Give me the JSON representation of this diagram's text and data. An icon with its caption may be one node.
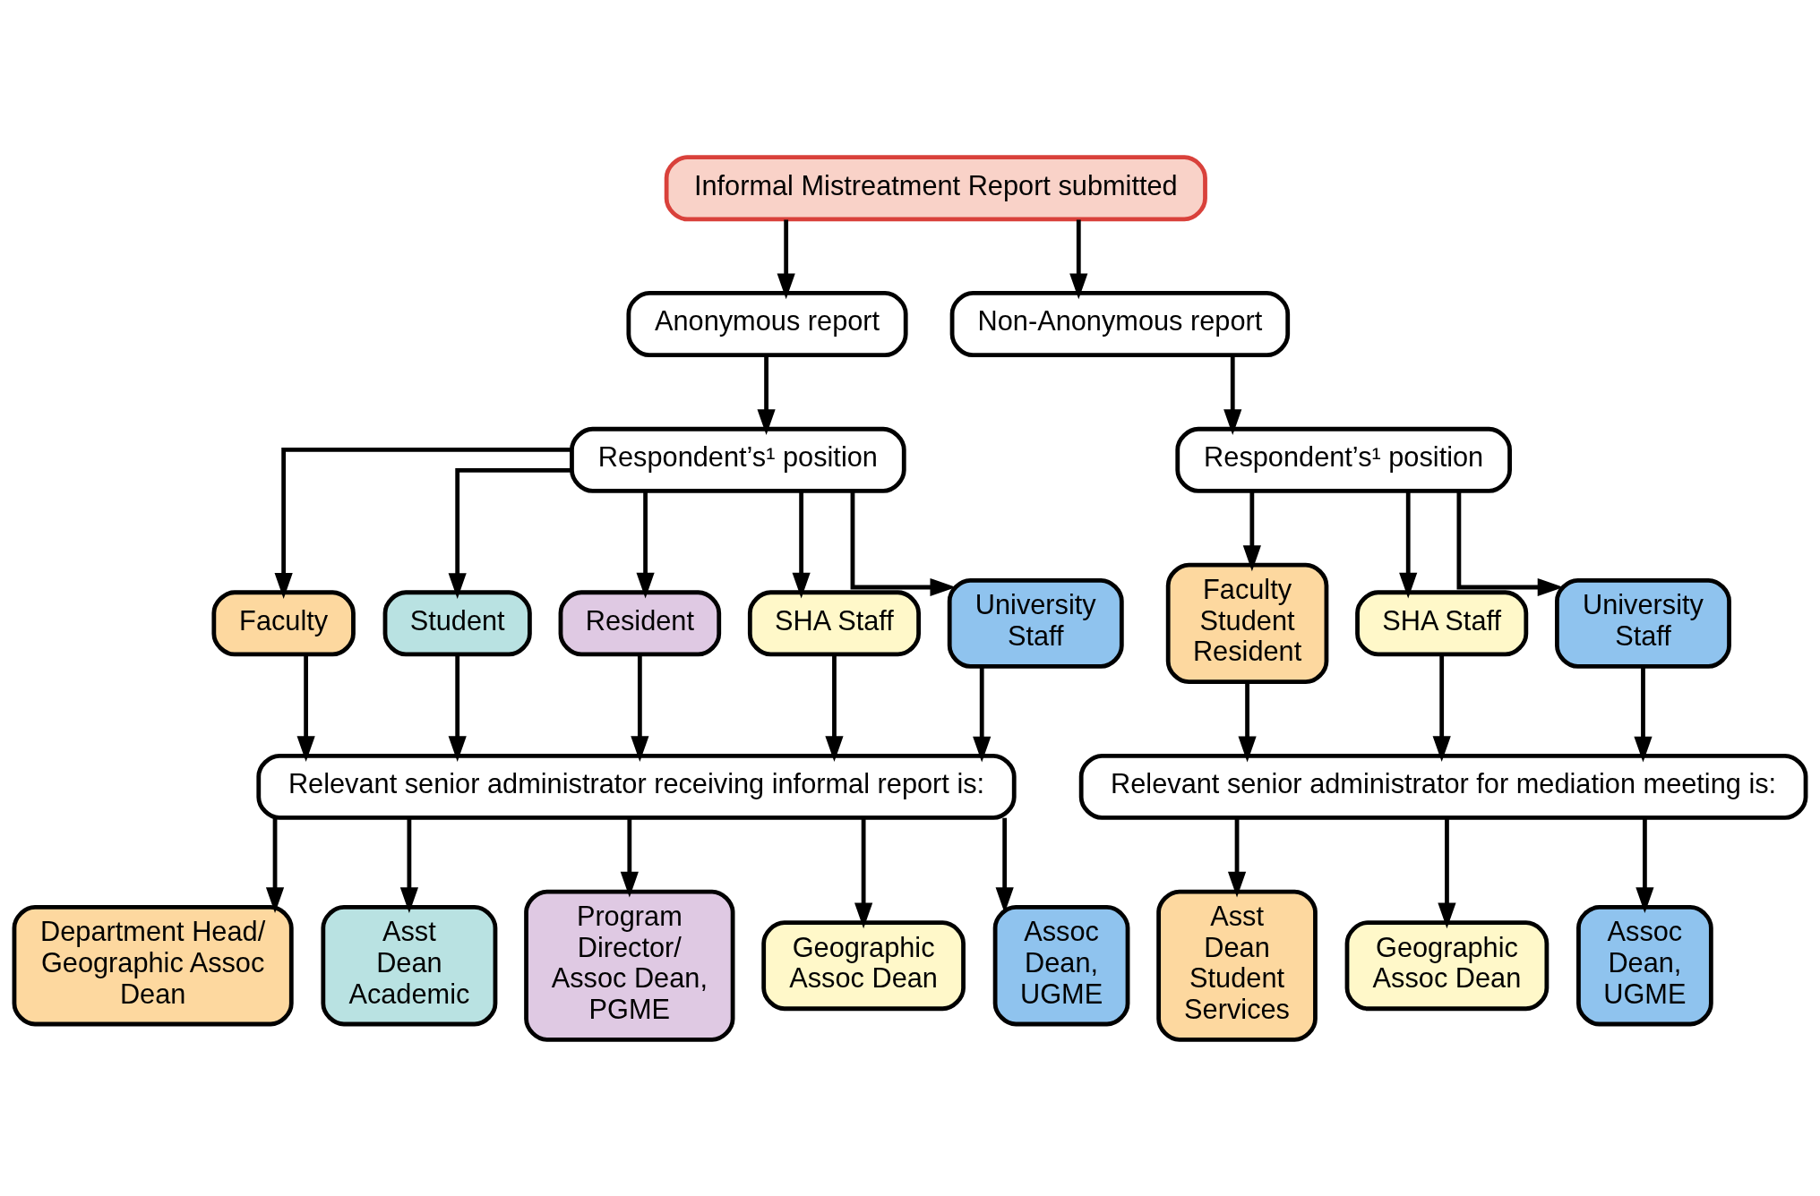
{
  "diagram": {
    "nodes": [
      {
        "text": [
          "Informal Mistreatment Report submitted"
        ]
      },
      {
        "text": [
          "Anonymous report"
        ]
      },
      {
        "text": [
          "Non-Anonymous report"
        ]
      },
      {
        "text": [
          "Respondent’s¹ position"
        ]
      },
      {
        "text": [
          "Respondent’s¹ position"
        ]
      },
      {
        "text": [
          "Faculty"
        ]
      },
      {
        "text": [
          "Student"
        ]
      },
      {
        "text": [
          "Resident"
        ]
      },
      {
        "text": [
          "SHA Staff"
        ]
      },
      {
        "text": [
          "University Staff"
        ]
      },
      {
        "text": [
          "Faculty Student Resident"
        ]
      },
      {
        "text": [
          "SHA Staff"
        ]
      },
      {
        "text": [
          "University Staff"
        ]
      },
      {
        "text": [
          "Relevant senior administrator receiving informal report is:"
        ]
      },
      {
        "text": [
          "Relevant senior administrator for mediation meeting is:"
        ]
      },
      {
        "text": [
          "Department Head/ Geographic Assoc Dean"
        ]
      },
      {
        "text": [
          "Asst Dean Academic"
        ]
      },
      {
        "text": [
          "Program Director/ Assoc Dean, PGME"
        ]
      },
      {
        "text": [
          "Geographic Assoc Dean"
        ]
      },
      {
        "text": [
          "Assoc Dean, UGME"
        ]
      },
      {
        "text": [
          "Asst Dean Student Services"
        ]
      },
      {
        "text": [
          "Geographic Assoc Dean"
        ]
      },
      {
        "text": [
          "Assoc Dean, UGME"
        ]
      }
    ],
    "edges": [
      {
        "from": 0,
        "to": 1,
        "arrow": "to"
      },
      {
        "from": 0,
        "to": 2,
        "arrow": "to"
      },
      {
        "from": 1,
        "to": 3,
        "arrow": "to"
      },
      {
        "from": 2,
        "to": 4,
        "arrow": "to"
      },
      {
        "from": 3,
        "to": 5,
        "arrow": "to"
      },
      {
        "from": 3,
        "to": 6,
        "arrow": "to"
      },
      {
        "from": 3,
        "to": 7,
        "arrow": "to"
      },
      {
        "from": 3,
        "to": 8,
        "arrow": "to"
      },
      {
        "from": 3,
        "to": 9,
        "arrow": "to"
      },
      {
        "from": 4,
        "to": 10,
        "arrow": "to"
      },
      {
        "from": 4,
        "to": 11,
        "arrow": "to"
      },
      {
        "from": 4,
        "to": 12,
        "arrow": "to"
      },
      {
        "from": 5,
        "to": 13,
        "arrow": "to"
      },
      {
        "from": 6,
        "to": 13,
        "arrow": "to"
      },
      {
        "from": 7,
        "to": 13,
        "arrow": "to"
      },
      {
        "from": 8,
        "to": 13,
        "arrow": "to"
      },
      {
        "from": 9,
        "to": 13,
        "arrow": "to"
      },
      {
        "from": 10,
        "to": 14,
        "arrow": "to"
      },
      {
        "from": 11,
        "to": 14,
        "arrow": "to"
      },
      {
        "from": 12,
        "to": 14,
        "arrow": "to"
      },
      {
        "from": 13,
        "to": 15,
        "arrow": "to"
      },
      {
        "from": 13,
        "to": 16,
        "arrow": "to"
      },
      {
        "from": 13,
        "to": 17,
        "arrow": "to"
      },
      {
        "from": 13,
        "to": 18,
        "arrow": "to"
      },
      {
        "from": 13,
        "to": 19,
        "arrow": "to"
      },
      {
        "from": 14,
        "to": 20,
        "arrow": "to"
      },
      {
        "from": 14,
        "to": 21,
        "arrow": "to"
      },
      {
        "from": 14,
        "to": 22,
        "arrow": "to"
      }
    ]
  }
}
